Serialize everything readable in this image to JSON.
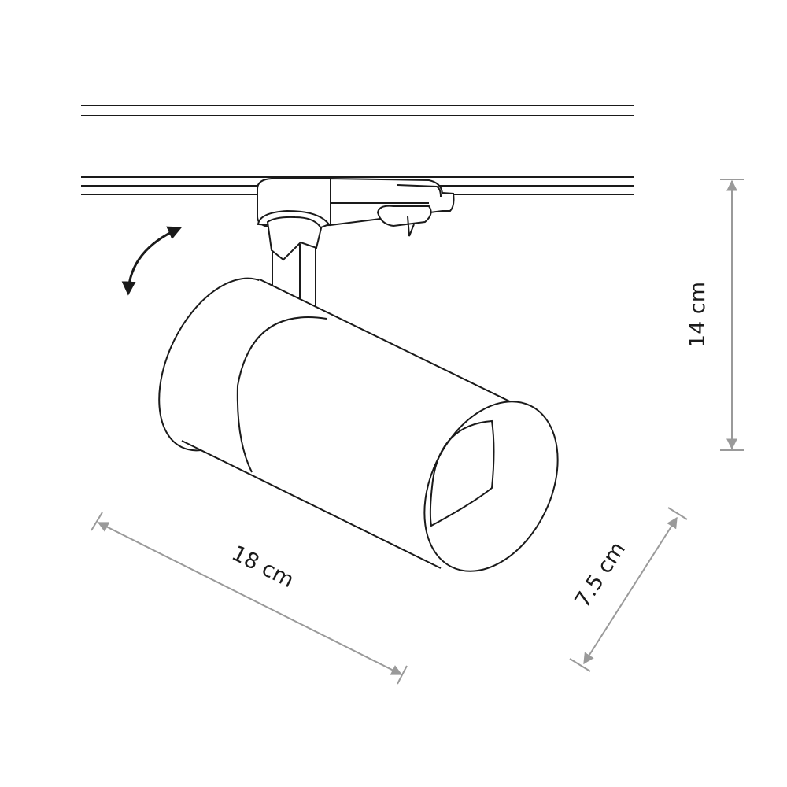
{
  "dimensions": {
    "height_label": "14 cm",
    "length_label": "18 cm",
    "diameter_label": "7.5 cm"
  },
  "colors": {
    "line": "#1a1a1a",
    "dimension": "#9a9a9a"
  }
}
